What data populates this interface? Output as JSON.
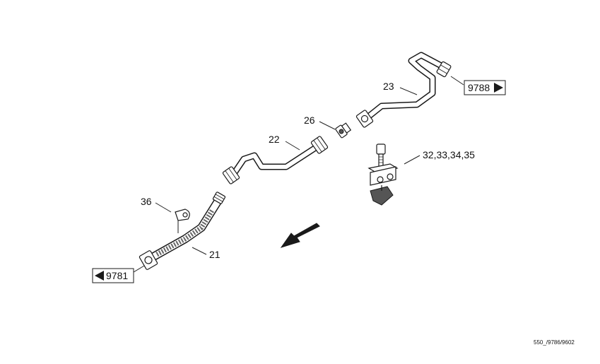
{
  "callouts": {
    "c21": "21",
    "c22": "22",
    "c23": "23",
    "c26": "26",
    "c32": "32,33,34,35",
    "c36": "36"
  },
  "references": {
    "ref_left": "9781",
    "ref_right": "9788"
  },
  "drawing_id": "550_/9786/9602",
  "icons": {
    "ref_left_arrow": "triangle-left-icon",
    "ref_right_arrow": "triangle-right-icon",
    "direction": "direction-arrow-icon"
  }
}
